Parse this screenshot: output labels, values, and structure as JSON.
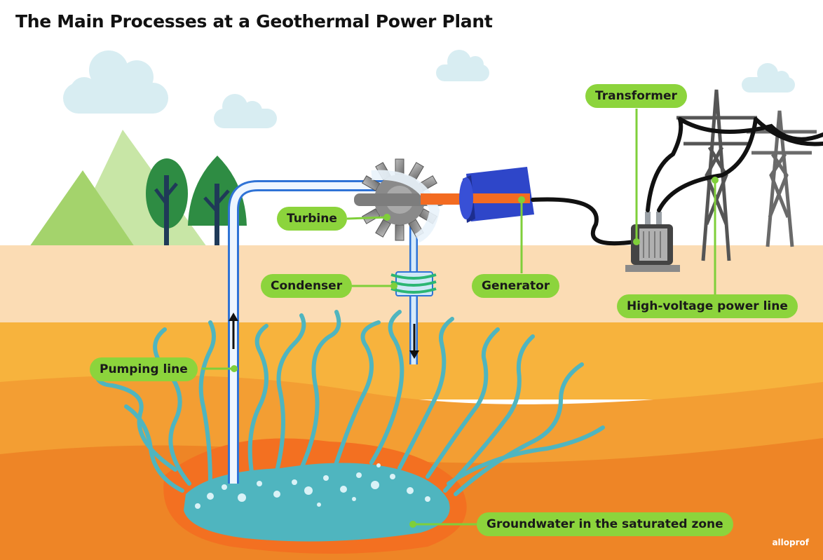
{
  "title": "The Main Processes at a Geothermal Power Plant",
  "labels": {
    "turbine": "Turbine",
    "condenser": "Condenser",
    "generator": "Generator",
    "transformer": "Transformer",
    "power_line": "High-voltage power line",
    "pumping_line": "Pumping line",
    "groundwater": "Groundwater in the saturated zone"
  },
  "logo": "alloprof",
  "colors": {
    "label_fill": "#8cd43c",
    "leader_line": "#7fcf3a",
    "sky": "#ffffff",
    "soil_surface": "#fbdcb4",
    "soil_top": "#f7b33d",
    "soil_mid": "#f39e33",
    "soil_deep": "#ee8526",
    "magma": "#f37021",
    "groundwater": "#4fb5bf",
    "pipe": "#2f73d6",
    "generator": "#2e46c9",
    "tower": "#555555"
  }
}
